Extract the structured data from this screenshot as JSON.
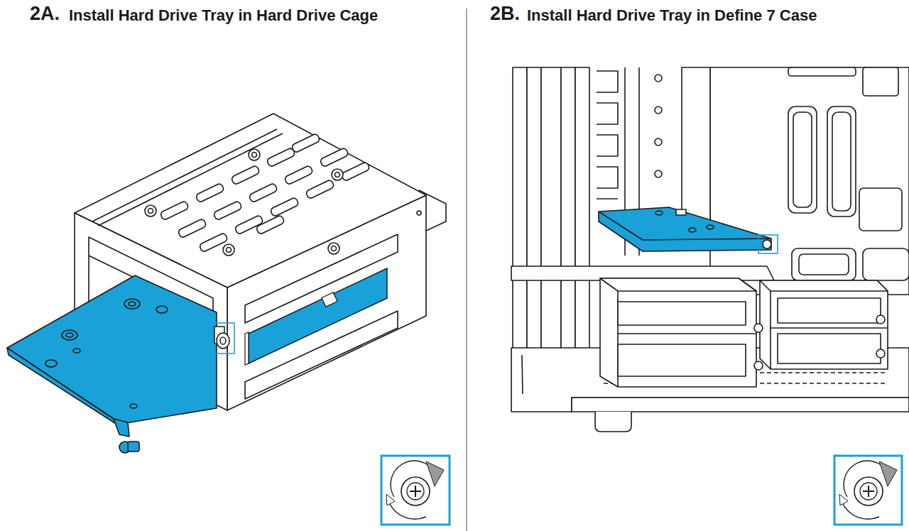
{
  "diagram": {
    "labels": [
      "2A.",
      "Install Hard Drive Tray in Hard Drive Cage",
      "2B.",
      "Install Hard Drive Tray in Define 7 Case"
    ]
  }
}
